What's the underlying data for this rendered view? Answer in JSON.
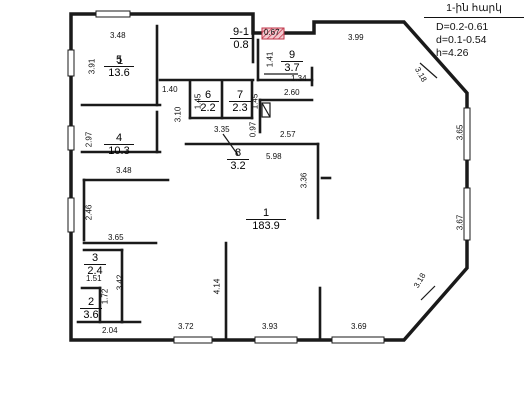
{
  "legend": {
    "title": "1-ին հարկ",
    "line_d_outer": "D=0.2-0.61",
    "line_d_inner": "d=0.1-0.54",
    "line_h": "h=4.26"
  },
  "rooms": [
    {
      "id": "room-1",
      "num": "1",
      "area": "183.9"
    },
    {
      "id": "room-2",
      "num": "2",
      "area": "3.6"
    },
    {
      "id": "room-3",
      "num": "3",
      "area": "2.4"
    },
    {
      "id": "room-4",
      "num": "4",
      "area": "10.3"
    },
    {
      "id": "room-5",
      "num": "5",
      "area": "13.6"
    },
    {
      "id": "room-6",
      "num": "6",
      "area": "2.2"
    },
    {
      "id": "room-7",
      "num": "7",
      "area": "2.3"
    },
    {
      "id": "room-8",
      "num": "8",
      "area": "3.2"
    },
    {
      "id": "room-9",
      "num": "9",
      "area": "3.7"
    },
    {
      "id": "room-9-1",
      "num": "9-1",
      "area": "0.8"
    }
  ],
  "dimensions": [
    "3.48",
    "3.91",
    "1.40",
    "3.10",
    "2.97",
    "3.48",
    "2.46",
    "3.65",
    "1.51",
    "1.72",
    "2.04",
    "3.42",
    "4.14",
    "3.72",
    "3.93",
    "3.69",
    "3.18",
    "3.67",
    "3.65",
    "3.18",
    "3.99",
    "0.67",
    "1.41",
    "1.34",
    "2.60",
    "1.45",
    "1.45",
    "0.97",
    "3.35",
    "2.57",
    "5.98",
    "3.36"
  ]
}
